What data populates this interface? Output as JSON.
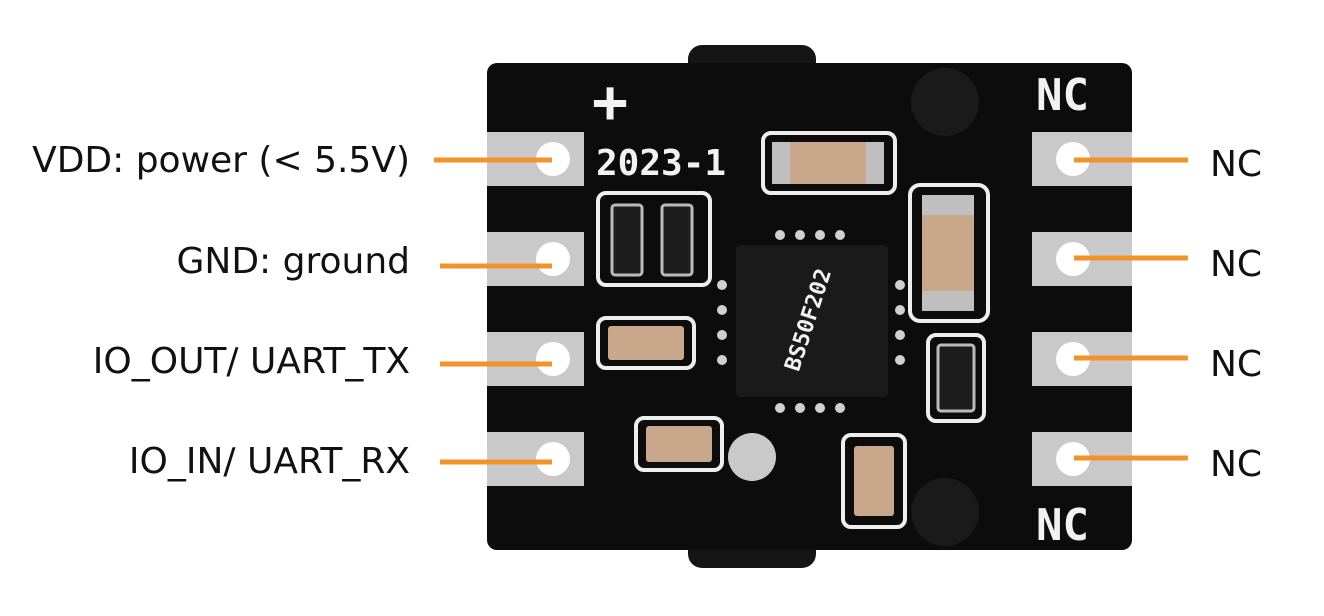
{
  "pins_left": [
    {
      "label": "VDD: power (< 5.5V)"
    },
    {
      "label": "GND: ground"
    },
    {
      "label": "IO_OUT/ UART_TX"
    },
    {
      "label": "IO_IN/ UART_RX"
    }
  ],
  "pins_right": [
    {
      "label": "NC"
    },
    {
      "label": "NC"
    },
    {
      "label": "NC"
    },
    {
      "label": "NC"
    }
  ],
  "board_silkscreen": {
    "plus": "+",
    "date_code": "2023-1",
    "nc_top": "NC",
    "nc_bottom": "NC",
    "chip_marking": "BS50F202"
  },
  "colors": {
    "leader_line": "#f0932b",
    "pcb": "#0c0c0c",
    "pad": "#c9c9c9",
    "silkscreen": "#eeeeee"
  }
}
